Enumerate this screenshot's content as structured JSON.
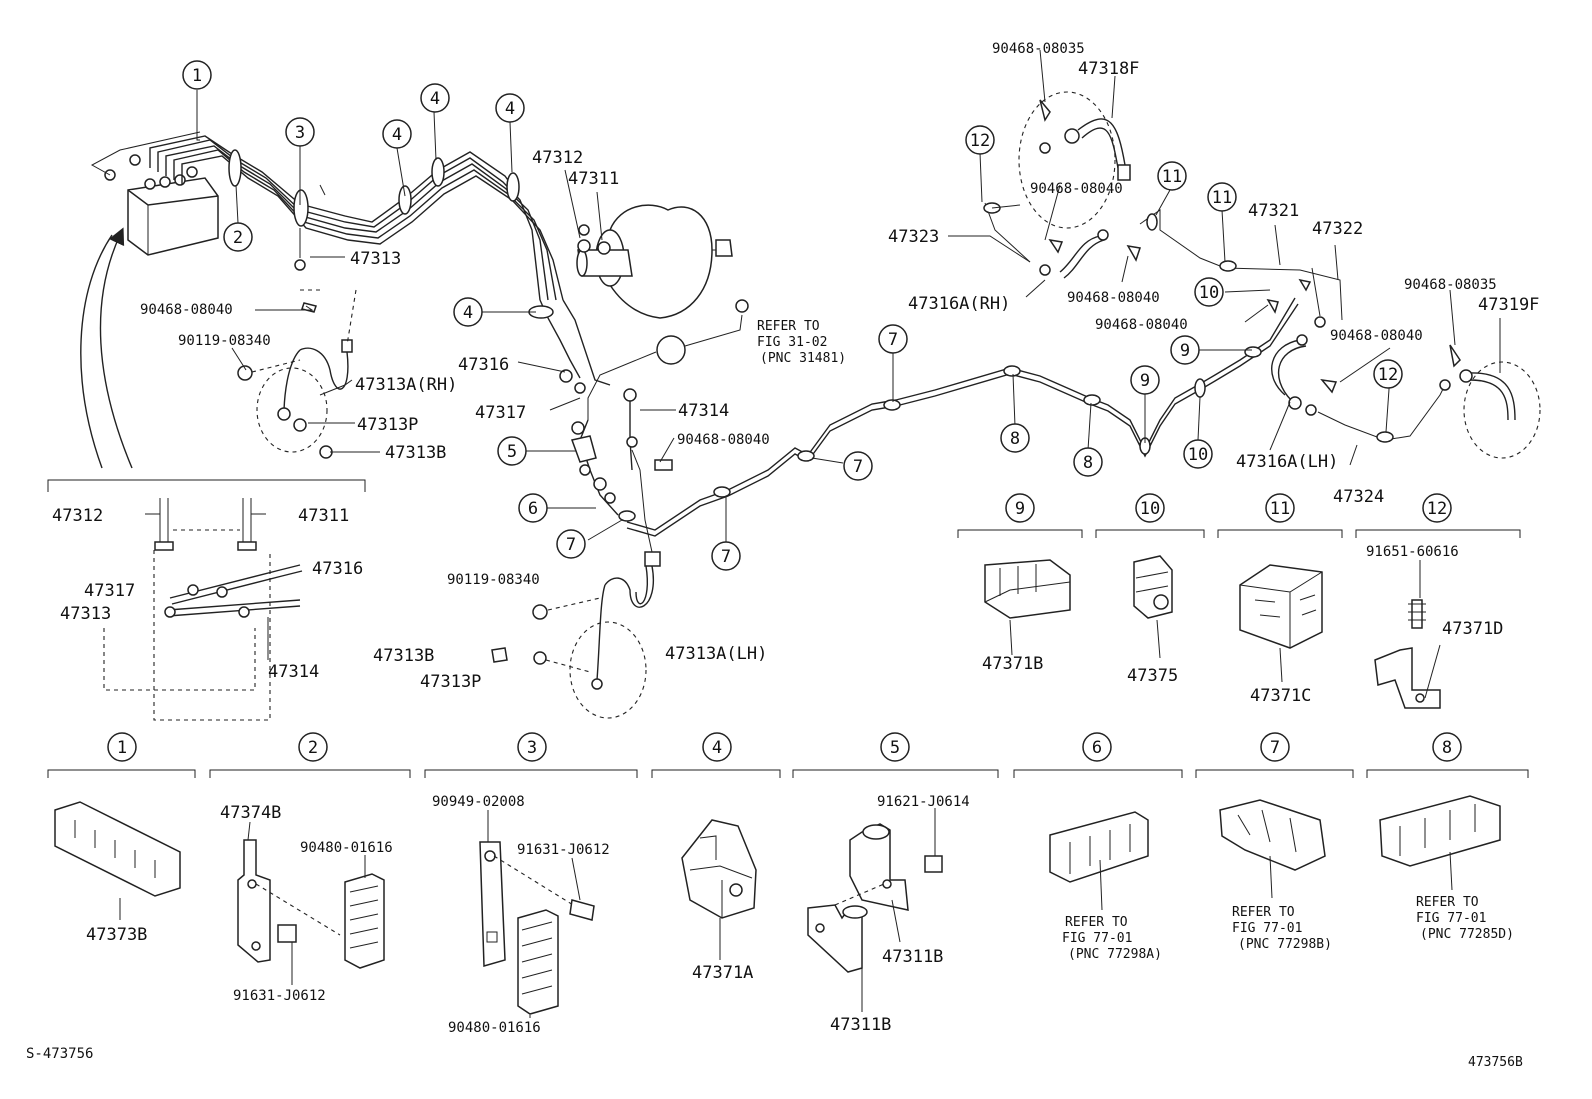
{
  "diagram": {
    "figure_code": "S-473756",
    "figure_code_right": "473756B",
    "callouts": [
      "1",
      "2",
      "3",
      "4",
      "5",
      "6",
      "7",
      "8",
      "9",
      "10",
      "11",
      "12"
    ],
    "parts": {
      "p47313": "47313",
      "p90468_08040": "90468-08040",
      "p90119_08340": "90119-08340",
      "p47313A_RH": "47313A(RH)",
      "p47313P": "47313P",
      "p47313B": "47313B",
      "p47312": "47312",
      "p47311": "47311",
      "p47316": "47316",
      "p47317": "47317",
      "p47314": "47314",
      "p47313A_LH": "47313A(LH)",
      "p90468_08035": "90468-08035",
      "p47318F": "47318F",
      "p47323": "47323",
      "p47316A_RH": "47316A(RH)",
      "p47321": "47321",
      "p47322": "47322",
      "p47319F": "47319F",
      "p47316A_LH": "47316A(LH)",
      "p47324": "47324",
      "p47371B": "47371B",
      "p47375": "47375",
      "p47371C": "47371C",
      "p91651_60616": "91651-60616",
      "p47371D": "47371D",
      "p47373B": "47373B",
      "p47374B": "47374B",
      "p90480_01616": "90480-01616",
      "p91631_J0612": "91631-J0612",
      "p90949_02008": "90949-02008",
      "p47371A": "47371A",
      "p91621_J0614": "91621-J0614",
      "p47311B": "47311B"
    },
    "refs": {
      "r31_l1": "REFER TO",
      "r31_l2": "FIG 31-02",
      "r31_l3": "(PNC 31481)",
      "r6_l1": "REFER TO",
      "r6_l2": "FIG 77-01",
      "r6_l3": "(PNC 77298A)",
      "r7_l1": "REFER TO",
      "r7_l2": "FIG 77-01",
      "r7_l3": "(PNC 77298B)",
      "r8_l1": "REFER TO",
      "r8_l2": "FIG 77-01",
      "r8_l3": "(PNC 77285D)"
    }
  }
}
